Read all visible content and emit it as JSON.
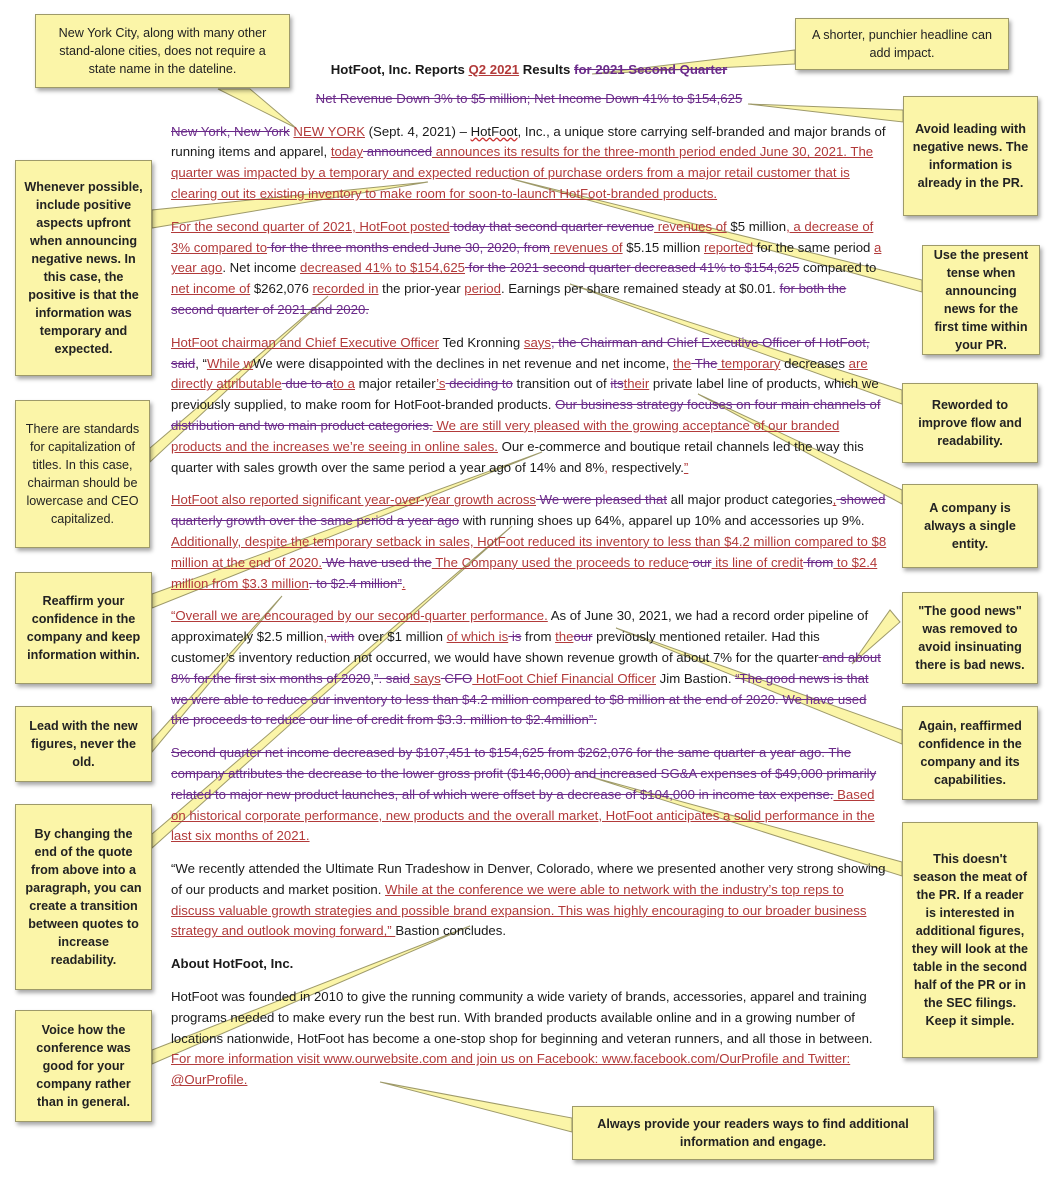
{
  "document": {
    "title": {
      "prefix": "HotFoot, Inc. Reports ",
      "ins": "Q2 2021",
      "mid": " Results ",
      "del": "for 2021 Second Quarter"
    },
    "subtitle_del": "Net Revenue Down 3% to $5 million; Net Income Down 41% to $154,625",
    "p1": {
      "del_city": "New York, New York",
      "ins_city": "NEW YORK",
      "t1": " (Sept. 4, 2021) – ",
      "brand": "HotFoot",
      "t2": ", Inc., a unique store carrying self-branded and major brands of running items and apparel, ",
      "ins1": "today",
      "del1": " announced",
      "ins2": " announces its results for the three-month period ended June 30, 2021. The quarter was impacted by a temporary and expected reduction of purchase orders from a major retail customer that is clearing out its existing inventory to make room for soon-to-launch HotFoot-branded products."
    },
    "p2": {
      "ins1": "For the second quarter of 2021, HotFoot posted",
      "del1": " today that second quarter revenue",
      "ins2": " revenues of",
      "t1": " $5 million",
      "ins3": ", a decrease of 3% compared to",
      "del2": " for the three months ended June 30, 2020, from",
      "ins4": " revenues of",
      "t2": " $5.15 million ",
      "ins5": "reported",
      "t3": " for the same period ",
      "ins6": "a year ago",
      "t4": ". Net income ",
      "ins7": "decreased 41% to $154,625",
      "del3": " for the 2021 second quarter decreased 41% to $154,625",
      "t5": " compared to ",
      "ins8": "net income of",
      "t6": " $262,076 ",
      "ins9": "recorded in",
      "t7": " the prior-year ",
      "ins10": "period",
      "t8": ". Earnings per share remained steady at $0.01. ",
      "del4": "for both the second quarter of 2021 and 2020."
    },
    "p3": {
      "ins1": "HotFoot chairman and Chief Executive Officer",
      "t1": " Ted Kronning ",
      "ins2": "says",
      "del1": ", the Chairman and Chief Executive Officer of HotFoot, said",
      "t2": ", “",
      "ins3": "While w",
      "t3": "We were disappointed with the declines in net revenue and net  income, ",
      "ins4": "the",
      "del2": " The",
      "ins5": " temporary",
      "t4": " decreases ",
      "ins6": "are directly attributable",
      "del3": " due to a",
      "ins7": "to a",
      "t5": " major retailer",
      "ins8": "’s",
      "del4": " deciding to",
      "t6": " transition out of ",
      "del5": "its",
      "ins9": "their",
      "t7": " private label line of products, which we previously supplied, to make room for HotFoot-branded products. ",
      "del6": "Our business strategy focuses on four main channels of distribution and two main product categories.",
      "ins10": " We are still very pleased with the growing acceptance of our branded products and the increases we’re seeing in online sales.",
      "t8": " Our e-commerce and boutique retail channels led the way this quarter with sales growth over the same period a year ago of 14% and 8%",
      "ins11": ",",
      "t9": " respectively.",
      "ins12": "”"
    },
    "p4": {
      "ins1": "HotFoot also reported significant year-over-year growth across",
      "del1": " We were pleased that",
      "t1": " all major product categories",
      "ins2": ",",
      "del2": " showed quarterly growth over the same period a year ago",
      "t2": " with running shoes up 64%, apparel up 10% and accessories up 9%. ",
      "ins3": "Additionally, despite the temporary setback in sales, HotFoot reduced its inventory to less than $4.2 million compared to $8 million at the end of 2020.",
      "del3": " We have used the",
      "ins4": " The Company used the proceeds to reduce",
      "del4": " our",
      "ins5": " its line of credit",
      "del5": " from",
      "ins6": " to $2.4 million from $3.3 million",
      "del6": ". to $2.4 million”",
      "ins7": "."
    },
    "p5": {
      "ins1": "“Overall we are encouraged by our second-quarter performance.",
      "t1": " As of June 30, 2021, we had a record order pipeline of approximately $2.5 million",
      "ins2": ",",
      "del1": " with",
      "t2": " over $1 million ",
      "ins3": "of which is",
      "del2": " is",
      "t3": " from ",
      "ins4": "the",
      "del3": "our",
      "t4": " previously mentioned retailer. Had this customer’s inventory reduction not occurred, we would have shown revenue growth of about 7% for the quarter",
      "del4": " and about 8% for the first six months of 2020",
      "t5": ",",
      "del5": "”. said",
      "ins5": " says",
      "del6": " CFO",
      "ins6": " HotFoot Chief Financial Officer",
      "t6": " Jim Bastion. ",
      "del7": "“The good news is that we were able to reduce our inventory to less than $4.2 million compared to $8 million at the end of 2020. We have used the proceeds to reduce our line of credit from $3.3. million to $2.4million”."
    },
    "p6": {
      "del1": "Second quarter net income decreased by $107,451 to $154,625 from $262,076 for the same quarter a year ago. The company attributes the decrease to the lower gross profit ($146,000) and increased SG&A expenses of $49,000 primarily related to major new product launches, all of which were offset by a decrease of $104,000 in income tax expense.",
      "ins1": " Based on historical corporate performance, new products and the overall market, HotFoot anticipates a solid performance in the last six months of 2021."
    },
    "p7": {
      "t1": "“We recently attended the Ultimate Run Tradeshow in Denver, Colorado, where we presented another very strong showing of our products and market position. ",
      "ins1": "While at the conference we were able to network with the industry’s top reps to discuss valuable growth strategies and possible brand expansion. This was highly encouraging to our broader business strategy and outlook moving forward,” ",
      "t2": "Bastion concludes."
    },
    "about_heading": "About HotFoot, Inc.",
    "p8": {
      "t1": "HotFoot was founded in 2010 to give the running community a wide variety of brands, accessories, apparel and training programs needed to make every run the best run. With branded products available online and in a growing number of locations nationwide, HotFoot has become a one-stop shop for beginning and veteran runners, and all those in between. ",
      "ins1": "For more information visit www.ourwebsite.com and join us on Facebook: www.facebook.com/OurProfile and Twitter: @OurProfile."
    }
  },
  "callouts": {
    "nyc": "New York City, along with many other stand-alone cities, does not require a state name in the dateline.",
    "headline": "A shorter, punchier headline can add impact.",
    "negative": "Avoid leading with negative news. The information is already in the PR.",
    "positive": "Whenever possible, include positive aspects upfront when announcing negative news. In this case, the positive is that the information was temporary and expected.",
    "present_tense": "Use the present tense when announcing news for the first time within your PR.",
    "reworded": "Reworded to improve flow and readability.",
    "titles": "There are standards for capitalization of titles. In this case, chairman should be lowercase and CEO capitalized.",
    "single_entity": "A company is always a single entity.",
    "reaffirm": "Reaffirm your confidence in the company and keep information within.",
    "good_news": "\"The good news\" was removed to avoid insinuating there is bad news.",
    "new_figures": "Lead with the new figures, never the old.",
    "again_reaffirmed": "Again, reaffirmed confidence in the company and its capabilities.",
    "changing_end": "By changing the end of the quote from above into a paragraph, you can create a transition between quotes to increase readability.",
    "season": "This doesn't season the meat of the PR. If a reader is interested in additional figures, they will look at the table in the second half of the PR or in the SEC filings. Keep it simple.",
    "voice": "Voice how the conference was good for your company rather than in general.",
    "always_provide": "Always provide your readers ways to find additional information and engage."
  },
  "colors": {
    "insertion": "#b23a3a",
    "deletion": "#6b2b8a",
    "callout_fill": "#fbf5a8",
    "callout_border": "#9e9a6a"
  }
}
